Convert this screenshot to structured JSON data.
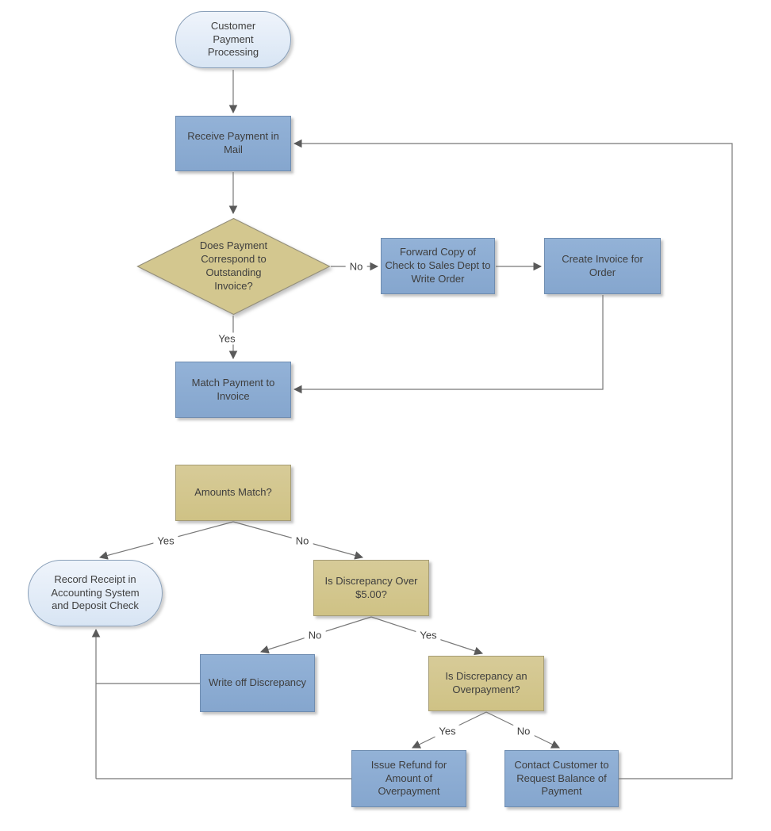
{
  "nodes": {
    "start": {
      "label": "Customer\nPayment\nProcessing",
      "type": "terminator"
    },
    "receive_payment": {
      "label": "Receive Payment in\nMail",
      "type": "process"
    },
    "payment_corresponds": {
      "label": "Does Payment\nCorrespond to\nOutstanding\nInvoice?",
      "type": "decision"
    },
    "forward_copy": {
      "label": "Forward Copy of\nCheck to Sales Dept to\nWrite Order",
      "type": "process"
    },
    "create_invoice": {
      "label": "Create Invoice for\nOrder",
      "type": "process"
    },
    "match_payment": {
      "label": "Match Payment to\nInvoice",
      "type": "process"
    },
    "amounts_match": {
      "label": "Amounts Match?",
      "type": "decision"
    },
    "record_receipt": {
      "label": "Record Receipt in\nAccounting System\nand Deposit Check",
      "type": "terminator"
    },
    "discrepancy_over": {
      "label": "Is Discrepancy Over\n$5.00?",
      "type": "decision"
    },
    "write_off": {
      "label": "Write off Discrepancy",
      "type": "process"
    },
    "overpayment": {
      "label": "Is Discrepancy an\nOverpayment?",
      "type": "decision"
    },
    "issue_refund": {
      "label": "Issue Refund for\nAmount of\nOverpayment",
      "type": "process"
    },
    "contact_customer": {
      "label": "Contact Customer to\nRequest Balance of\nPayment",
      "type": "process"
    }
  },
  "edge_labels": {
    "payment_corresponds_no": "No",
    "payment_corresponds_yes": "Yes",
    "amounts_match_yes": "Yes",
    "amounts_match_no": "No",
    "discrepancy_over_no": "No",
    "discrepancy_over_yes": "Yes",
    "overpayment_yes": "Yes",
    "overpayment_no": "No"
  },
  "colors": {
    "process_fill": "#8BABD2",
    "process_border": "#6E8CB0",
    "decision_fill": "#D3C78F",
    "decision_border": "#95907B",
    "terminator_fill": "#E3EDF8",
    "terminator_border": "#8AA0B9",
    "connector": "#787878",
    "arrowhead": "#5A5A5A",
    "text": "#3E3E3E",
    "background": "#FFFFFF"
  }
}
